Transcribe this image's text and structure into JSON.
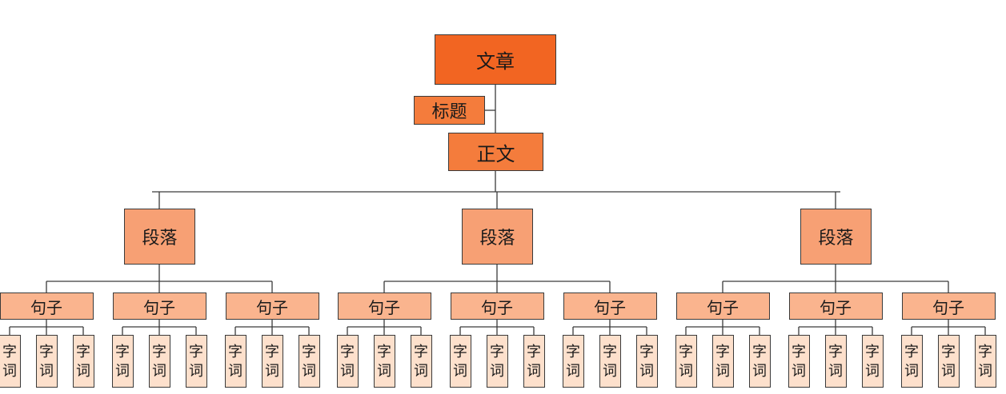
{
  "article": "文章",
  "title": "标题",
  "body": "正文",
  "paragraphs": [
    {
      "label": "段落",
      "sentences": [
        {
          "label": "句子",
          "words": [
            "字词",
            "字词",
            "字词"
          ]
        },
        {
          "label": "句子",
          "words": [
            "字词",
            "字词",
            "字词"
          ]
        },
        {
          "label": "句子",
          "words": [
            "字词",
            "字词",
            "字词"
          ]
        }
      ]
    },
    {
      "label": "段落",
      "sentences": [
        {
          "label": "句子",
          "words": [
            "字词",
            "字词",
            "字词"
          ]
        },
        {
          "label": "句子",
          "words": [
            "字词",
            "字词",
            "字词"
          ]
        },
        {
          "label": "句子",
          "words": [
            "字词",
            "字词",
            "字词"
          ]
        }
      ]
    },
    {
      "label": "段落",
      "sentences": [
        {
          "label": "句子",
          "words": [
            "字词",
            "字词",
            "字词"
          ]
        },
        {
          "label": "句子",
          "words": [
            "字词",
            "字词",
            "字词"
          ]
        },
        {
          "label": "句子",
          "words": [
            "字词",
            "字词",
            "字词"
          ]
        }
      ]
    }
  ],
  "colors": {
    "article": "#f26522",
    "title": "#f47c3c",
    "body": "#f47c3c",
    "paragraph": "#f7a074",
    "sentence": "#fab48e",
    "word": "#fde0cc",
    "line": "#3a3a3a"
  }
}
